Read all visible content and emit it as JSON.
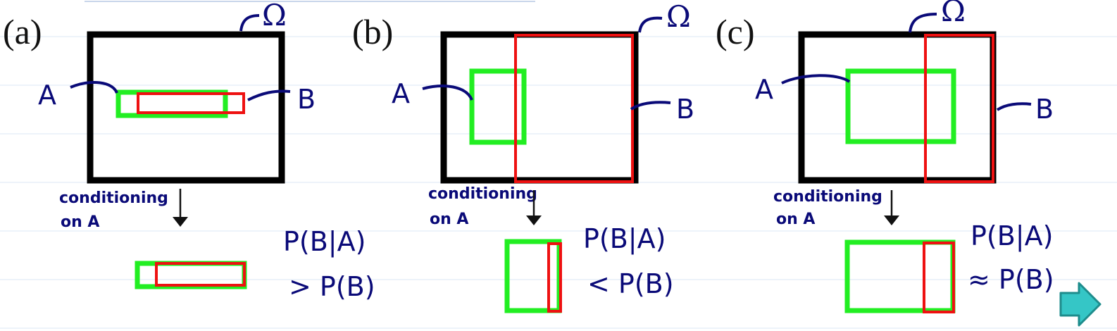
{
  "colors": {
    "background": "#ffffff",
    "ruled_line": "#dbe7f5",
    "omega_box": "#000000",
    "event_a": "#22ee22",
    "event_b": "#ee1111",
    "ink": "#0a0a78",
    "next_arrow": "#35c6c6"
  },
  "panels": [
    {
      "letter": "(a)",
      "omega": "Ω",
      "label_a": "A",
      "label_b": "B",
      "conditioning_line1": "conditioning",
      "conditioning_line2": "on A",
      "result_line1": "P(B|A)",
      "result_line2": "> P(B)"
    },
    {
      "letter": "(b)",
      "omega": "Ω",
      "label_a": "A",
      "label_b": "B",
      "conditioning_line1": "conditioning",
      "conditioning_line2": "on A",
      "result_line1": "P(B|A)",
      "result_line2": "< P(B)"
    },
    {
      "letter": "(c)",
      "omega": "Ω",
      "label_a": "A",
      "label_b": "B",
      "conditioning_line1": "conditioning",
      "conditioning_line2": "on A",
      "result_line1": "P(B|A)",
      "result_line2": "≈ P(B)"
    }
  ],
  "navigation": {
    "next_icon": "right-arrow-icon"
  }
}
